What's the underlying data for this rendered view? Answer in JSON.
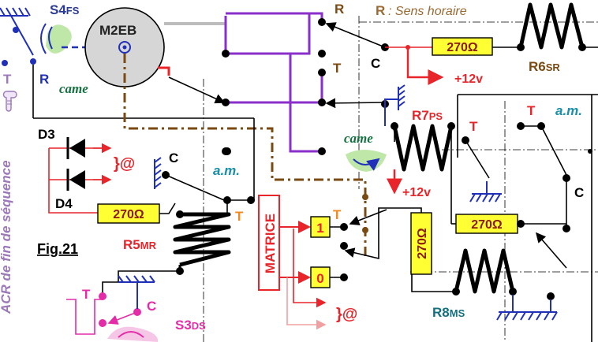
{
  "figure_label": "Fig.21",
  "motor_label": "M2EB",
  "came_top": "came",
  "came_mid": "came",
  "legend_r": "R",
  "legend_sens": ": Sens horaire",
  "vertical_caption": "ACR de fin de séquence",
  "t_left": "T",
  "switches": {
    "s4": {
      "main": "S4",
      "sub": "FS",
      "r": "R"
    },
    "s3": {
      "main": "S3",
      "sub": "DS",
      "t": "T",
      "c": "C"
    }
  },
  "diodes": {
    "d3": "D3",
    "d4": "D4",
    "at_top": "}@",
    "at_bottom": "}@"
  },
  "resistors": {
    "r_top": "270Ω",
    "r_left": "270Ω",
    "r_right": "270Ω",
    "r_vert": "270Ω",
    "r5": {
      "main": "R5",
      "sub": "MR"
    },
    "r6": {
      "main": "R6",
      "sub": "SR"
    },
    "r7": {
      "main": "R7",
      "sub": "PS"
    },
    "r8": {
      "main": "R8",
      "sub": "MS"
    }
  },
  "contacts": {
    "top_r": "R",
    "top_t": "T",
    "top_c": "C",
    "mid_c": "C",
    "mid_am": "a.m.",
    "mid_t": "T",
    "right_t_r7": "T",
    "right_t": "T",
    "right_am": "a.m.",
    "right_c": "C",
    "mat_t": "T"
  },
  "supplies": {
    "v1": "+12v",
    "v2": "+12v"
  },
  "matrix": {
    "label": "MATRICE",
    "out1": "1",
    "out0": "0"
  },
  "colors": {
    "black": "#000000",
    "red": "#e8252a",
    "purple": "#8a2fc9",
    "brown": "#7a4a12",
    "blue": "#2130b8",
    "navy": "#2b3b93",
    "yellow": "#ffff33",
    "teal": "#14707e",
    "magenta": "#e52ca8",
    "pink": "#f0a0a0",
    "lavender": "#9c79b9",
    "tan": "#9a6a34",
    "green": "#157040",
    "gray": "#bdbdbd",
    "circle_fill": "#d6d6d6",
    "came_fill": "#bfe8a8"
  }
}
